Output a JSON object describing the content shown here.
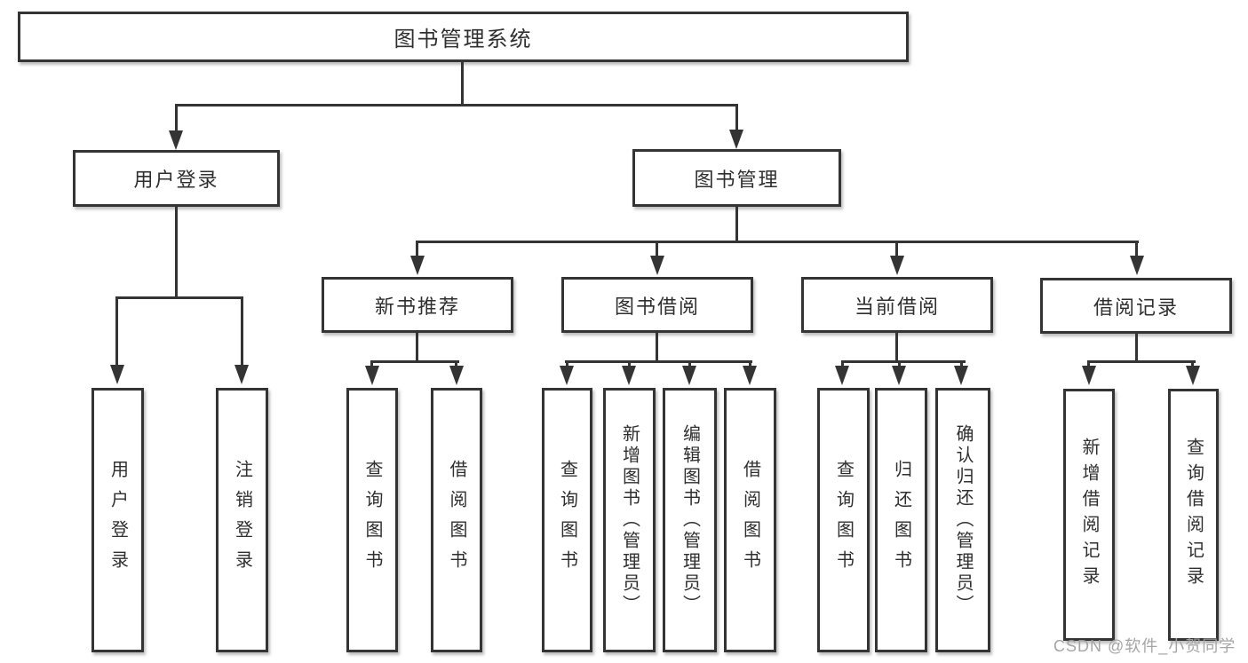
{
  "diagram": {
    "type": "hierarchy-tree",
    "title": "图书管理系统",
    "root": {
      "label": "图书管理系统",
      "children": [
        {
          "label": "用户登录",
          "children": [
            {
              "label": "用户登录"
            },
            {
              "label": "注销登录"
            }
          ]
        },
        {
          "label": "图书管理",
          "children": [
            {
              "label": "新书推荐",
              "children": [
                {
                  "label": "查询图书"
                },
                {
                  "label": "借阅图书"
                }
              ]
            },
            {
              "label": "图书借阅",
              "children": [
                {
                  "label": "查询图书"
                },
                {
                  "label": "新增图书（管理员）"
                },
                {
                  "label": "编辑图书（管理员）"
                },
                {
                  "label": "借阅图书"
                }
              ]
            },
            {
              "label": "当前借阅",
              "children": [
                {
                  "label": "查询图书"
                },
                {
                  "label": "归还图书"
                },
                {
                  "label": "确认归还（管理员）"
                }
              ]
            },
            {
              "label": "借阅记录",
              "children": [
                {
                  "label": "新增借阅记录"
                },
                {
                  "label": "查询借阅记录"
                }
              ]
            }
          ]
        }
      ]
    }
  },
  "watermark": {
    "text": "CSDN @软件_小贺同学"
  },
  "colors": {
    "line": "#343434",
    "box_border": "#343434",
    "box_background": "#ffffff",
    "text": "#2f2f2f",
    "watermark": "#a0a0a0",
    "background": "#ffffff"
  }
}
